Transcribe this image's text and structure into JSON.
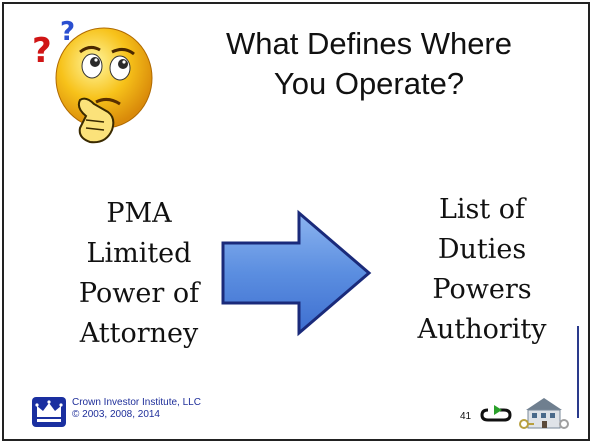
{
  "title": {
    "line1": "What Defines Where",
    "line2": "You Operate?"
  },
  "left_text": [
    "PMA",
    "Limited",
    "Power of",
    "Attorney"
  ],
  "right_text": [
    "List of",
    "Duties",
    "Powers",
    "Authority"
  ],
  "footer": {
    "company": "Crown Investor Institute, LLC",
    "copyright": "© 2003, 2008, 2014"
  },
  "page_number": "41",
  "icons": [
    "thinking-smiley-icon",
    "question-marks-icon",
    "right-arrow-icon",
    "crown-logo-icon",
    "refresh-arrow-icon",
    "house-keys-icon"
  ],
  "colors": {
    "arrow_fill": "#5b8ee0",
    "arrow_stroke": "#1a2a7a",
    "footer_text": "#1f2f9a",
    "smiley": "#f7c21a"
  }
}
